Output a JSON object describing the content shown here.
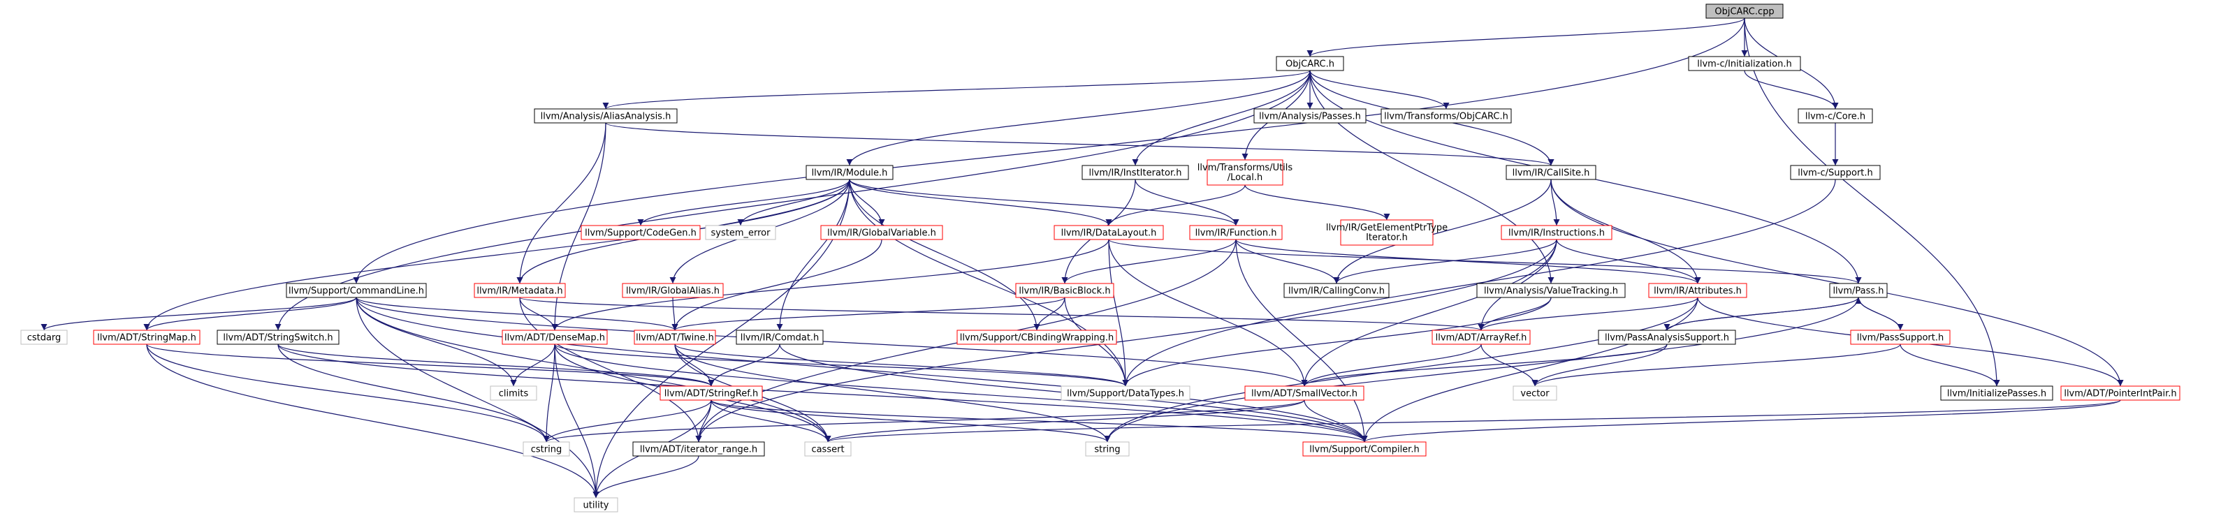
{
  "colors": {
    "edge": "#191970",
    "box_black": "#000000",
    "box_red": "#ff0000",
    "box_gray": "#bfbfbf",
    "root_fill": "#bfbfbf",
    "text": "#000000"
  },
  "nodes": [
    {
      "id": "objcarc_cpp",
      "label": "ObjCARC.cpp",
      "kind": "root"
    },
    {
      "id": "objcarc_h",
      "label": "ObjCARC.h",
      "kind": "black"
    },
    {
      "id": "c_init",
      "label": "llvm-c/Initialization.h",
      "kind": "black"
    },
    {
      "id": "c_core",
      "label": "llvm-c/Core.h",
      "kind": "black"
    },
    {
      "id": "c_support",
      "label": "llvm-c/Support.h",
      "kind": "black"
    },
    {
      "id": "aa",
      "label": "llvm/Analysis/AliasAnalysis.h",
      "kind": "black"
    },
    {
      "id": "passes",
      "label": "llvm/Analysis/Passes.h",
      "kind": "black"
    },
    {
      "id": "t_objcarc",
      "label": "llvm/Transforms/ObjCARC.h",
      "kind": "black"
    },
    {
      "id": "module",
      "label": "llvm/IR/Module.h",
      "kind": "black"
    },
    {
      "id": "institer",
      "label": "llvm/IR/InstIterator.h",
      "kind": "black"
    },
    {
      "id": "local",
      "label": "llvm/Transforms/Utils/Local.h",
      "kind": "red"
    },
    {
      "id": "callsite",
      "label": "llvm/IR/CallSite.h",
      "kind": "black"
    },
    {
      "id": "codegen",
      "label": "llvm/Support/CodeGen.h",
      "kind": "red"
    },
    {
      "id": "system_error",
      "label": "system_error",
      "kind": "gray"
    },
    {
      "id": "globalvar",
      "label": "llvm/IR/GlobalVariable.h",
      "kind": "red"
    },
    {
      "id": "datalayout",
      "label": "llvm/IR/DataLayout.h",
      "kind": "red"
    },
    {
      "id": "function",
      "label": "llvm/IR/Function.h",
      "kind": "red"
    },
    {
      "id": "gep",
      "label": "llvm/IR/GetElementPtrType Iterator.h",
      "kind": "red"
    },
    {
      "id": "instructions",
      "label": "llvm/IR/Instructions.h",
      "kind": "red"
    },
    {
      "id": "cmdline",
      "label": "llvm/Support/CommandLine.h",
      "kind": "black"
    },
    {
      "id": "metadata",
      "label": "llvm/IR/Metadata.h",
      "kind": "red"
    },
    {
      "id": "globalalias",
      "label": "llvm/IR/GlobalAlias.h",
      "kind": "red"
    },
    {
      "id": "basicblock",
      "label": "llvm/IR/BasicBlock.h",
      "kind": "red"
    },
    {
      "id": "callingconv",
      "label": "llvm/IR/CallingConv.h",
      "kind": "black"
    },
    {
      "id": "valuetracking",
      "label": "llvm/Analysis/ValueTracking.h",
      "kind": "black"
    },
    {
      "id": "attributes",
      "label": "llvm/IR/Attributes.h",
      "kind": "red"
    },
    {
      "id": "pass",
      "label": "llvm/Pass.h",
      "kind": "black"
    },
    {
      "id": "cstdarg",
      "label": "cstdarg",
      "kind": "gray"
    },
    {
      "id": "stringmap",
      "label": "llvm/ADT/StringMap.h",
      "kind": "red"
    },
    {
      "id": "stringswitch",
      "label": "llvm/ADT/StringSwitch.h",
      "kind": "black"
    },
    {
      "id": "densemap",
      "label": "llvm/ADT/DenseMap.h",
      "kind": "red"
    },
    {
      "id": "twine",
      "label": "llvm/ADT/Twine.h",
      "kind": "red"
    },
    {
      "id": "comdat",
      "label": "llvm/IR/Comdat.h",
      "kind": "black"
    },
    {
      "id": "cbinding",
      "label": "llvm/Support/CBindingWrapping.h",
      "kind": "red"
    },
    {
      "id": "arrayref",
      "label": "llvm/ADT/ArrayRef.h",
      "kind": "red"
    },
    {
      "id": "pas",
      "label": "llvm/PassAnalysisSupport.h",
      "kind": "black"
    },
    {
      "id": "passsupport",
      "label": "llvm/PassSupport.h",
      "kind": "red"
    },
    {
      "id": "climits",
      "label": "climits",
      "kind": "gray"
    },
    {
      "id": "stringref",
      "label": "llvm/ADT/StringRef.h",
      "kind": "red"
    },
    {
      "id": "datatypes",
      "label": "llvm/Support/DataTypes.h",
      "kind": "gray"
    },
    {
      "id": "smallvector",
      "label": "llvm/ADT/SmallVector.h",
      "kind": "red"
    },
    {
      "id": "vector",
      "label": "vector",
      "kind": "gray"
    },
    {
      "id": "initpasses",
      "label": "llvm/InitializePasses.h",
      "kind": "black"
    },
    {
      "id": "pointerintpair",
      "label": "llvm/ADT/PointerIntPair.h",
      "kind": "red"
    },
    {
      "id": "cstring",
      "label": "cstring",
      "kind": "gray"
    },
    {
      "id": "iterrange",
      "label": "llvm/ADT/iterator_range.h",
      "kind": "black"
    },
    {
      "id": "cassert",
      "label": "cassert",
      "kind": "gray"
    },
    {
      "id": "string",
      "label": "string",
      "kind": "gray"
    },
    {
      "id": "compiler",
      "label": "llvm/Support/Compiler.h",
      "kind": "red"
    },
    {
      "id": "utility",
      "label": "utility",
      "kind": "gray"
    }
  ],
  "edges": [
    [
      "objcarc_cpp",
      "objcarc_h"
    ],
    [
      "objcarc_cpp",
      "c_init"
    ],
    [
      "objcarc_cpp",
      "c_core"
    ],
    [
      "objcarc_cpp",
      "cmdline"
    ],
    [
      "objcarc_cpp",
      "initpasses"
    ],
    [
      "c_init",
      "c_core"
    ],
    [
      "c_core",
      "c_support"
    ],
    [
      "c_support",
      "datatypes"
    ],
    [
      "objcarc_h",
      "aa"
    ],
    [
      "objcarc_h",
      "passes"
    ],
    [
      "objcarc_h",
      "t_objcarc"
    ],
    [
      "objcarc_h",
      "module"
    ],
    [
      "objcarc_h",
      "institer"
    ],
    [
      "objcarc_h",
      "local"
    ],
    [
      "objcarc_h",
      "callsite"
    ],
    [
      "objcarc_h",
      "valuetracking"
    ],
    [
      "objcarc_h",
      "pass"
    ],
    [
      "objcarc_h",
      "stringswitch"
    ],
    [
      "aa",
      "callsite"
    ],
    [
      "aa",
      "metadata"
    ],
    [
      "aa",
      "densemap"
    ],
    [
      "module",
      "codegen"
    ],
    [
      "module",
      "system_error"
    ],
    [
      "module",
      "globalvar"
    ],
    [
      "module",
      "datalayout"
    ],
    [
      "module",
      "function"
    ],
    [
      "module",
      "metadata"
    ],
    [
      "module",
      "globalalias"
    ],
    [
      "module",
      "comdat"
    ],
    [
      "module",
      "cbinding"
    ],
    [
      "module",
      "datatypes"
    ],
    [
      "module",
      "stringmap"
    ],
    [
      "module",
      "utility"
    ],
    [
      "institer",
      "basicblock"
    ],
    [
      "institer",
      "function"
    ],
    [
      "local",
      "datalayout"
    ],
    [
      "local",
      "gep"
    ],
    [
      "callsite",
      "callingconv"
    ],
    [
      "callsite",
      "instructions"
    ],
    [
      "callsite",
      "attributes"
    ],
    [
      "callsite",
      "pointerintpair"
    ],
    [
      "datalayout",
      "densemap"
    ],
    [
      "datalayout",
      "smallvector"
    ],
    [
      "datalayout",
      "pass"
    ],
    [
      "datalayout",
      "datatypes"
    ],
    [
      "function",
      "basicblock"
    ],
    [
      "function",
      "callingconv"
    ],
    [
      "function",
      "attributes"
    ],
    [
      "function",
      "compiler"
    ],
    [
      "function",
      "iterrange"
    ],
    [
      "instructions",
      "attributes"
    ],
    [
      "instructions",
      "callingconv"
    ],
    [
      "instructions",
      "arrayref"
    ],
    [
      "instructions",
      "smallvector"
    ],
    [
      "instructions",
      "iterrange"
    ],
    [
      "cmdline",
      "stringmap"
    ],
    [
      "cmdline",
      "twine"
    ],
    [
      "cmdline",
      "smallvector"
    ],
    [
      "cmdline",
      "cstdarg"
    ],
    [
      "cmdline",
      "climits"
    ],
    [
      "cmdline",
      "cassert"
    ],
    [
      "cmdline",
      "compiler"
    ],
    [
      "cmdline",
      "utility"
    ],
    [
      "metadata",
      "densemap"
    ],
    [
      "metadata",
      "arrayref"
    ],
    [
      "metadata",
      "iterrange"
    ],
    [
      "globalalias",
      "twine"
    ],
    [
      "globalvar",
      "twine"
    ],
    [
      "basicblock",
      "twine"
    ],
    [
      "basicblock",
      "cbinding"
    ],
    [
      "basicblock",
      "datatypes"
    ],
    [
      "valuetracking",
      "arrayref"
    ],
    [
      "valuetracking",
      "datatypes"
    ],
    [
      "attributes",
      "arrayref"
    ],
    [
      "attributes",
      "pointerintpair"
    ],
    [
      "attributes",
      "compiler"
    ],
    [
      "attributes",
      "string"
    ],
    [
      "pass",
      "pas"
    ],
    [
      "pass",
      "passsupport"
    ],
    [
      "pass",
      "string"
    ],
    [
      "pas",
      "pass"
    ],
    [
      "pas",
      "smallvector"
    ],
    [
      "pas",
      "vector"
    ],
    [
      "passsupport",
      "pass"
    ],
    [
      "passsupport",
      "initpasses"
    ],
    [
      "passsupport",
      "vector"
    ],
    [
      "stringmap",
      "stringref"
    ],
    [
      "stringmap",
      "cstring"
    ],
    [
      "stringmap",
      "utility"
    ],
    [
      "stringswitch",
      "stringref"
    ],
    [
      "stringswitch",
      "cstring"
    ],
    [
      "stringswitch",
      "compiler"
    ],
    [
      "densemap",
      "climits"
    ],
    [
      "densemap",
      "cstring"
    ],
    [
      "densemap",
      "utility"
    ],
    [
      "densemap",
      "cassert"
    ],
    [
      "densemap",
      "compiler"
    ],
    [
      "densemap",
      "datatypes"
    ],
    [
      "twine",
      "stringref"
    ],
    [
      "twine",
      "cassert"
    ],
    [
      "twine",
      "string"
    ],
    [
      "twine",
      "datatypes"
    ],
    [
      "comdat",
      "stringref"
    ],
    [
      "comdat",
      "compiler"
    ],
    [
      "arrayref",
      "smallvector"
    ],
    [
      "arrayref",
      "vector"
    ],
    [
      "smallvector",
      "compiler"
    ],
    [
      "smallvector",
      "cassert"
    ],
    [
      "smallvector",
      "cstring"
    ],
    [
      "stringref",
      "cstring"
    ],
    [
      "stringref",
      "cassert"
    ],
    [
      "stringref",
      "compiler"
    ],
    [
      "stringref",
      "string"
    ],
    [
      "stringref",
      "utility"
    ],
    [
      "stringref",
      "iterrange"
    ],
    [
      "iterrange",
      "utility"
    ],
    [
      "pointerintpair",
      "compiler"
    ],
    [
      "pointerintpair",
      "cassert"
    ]
  ]
}
